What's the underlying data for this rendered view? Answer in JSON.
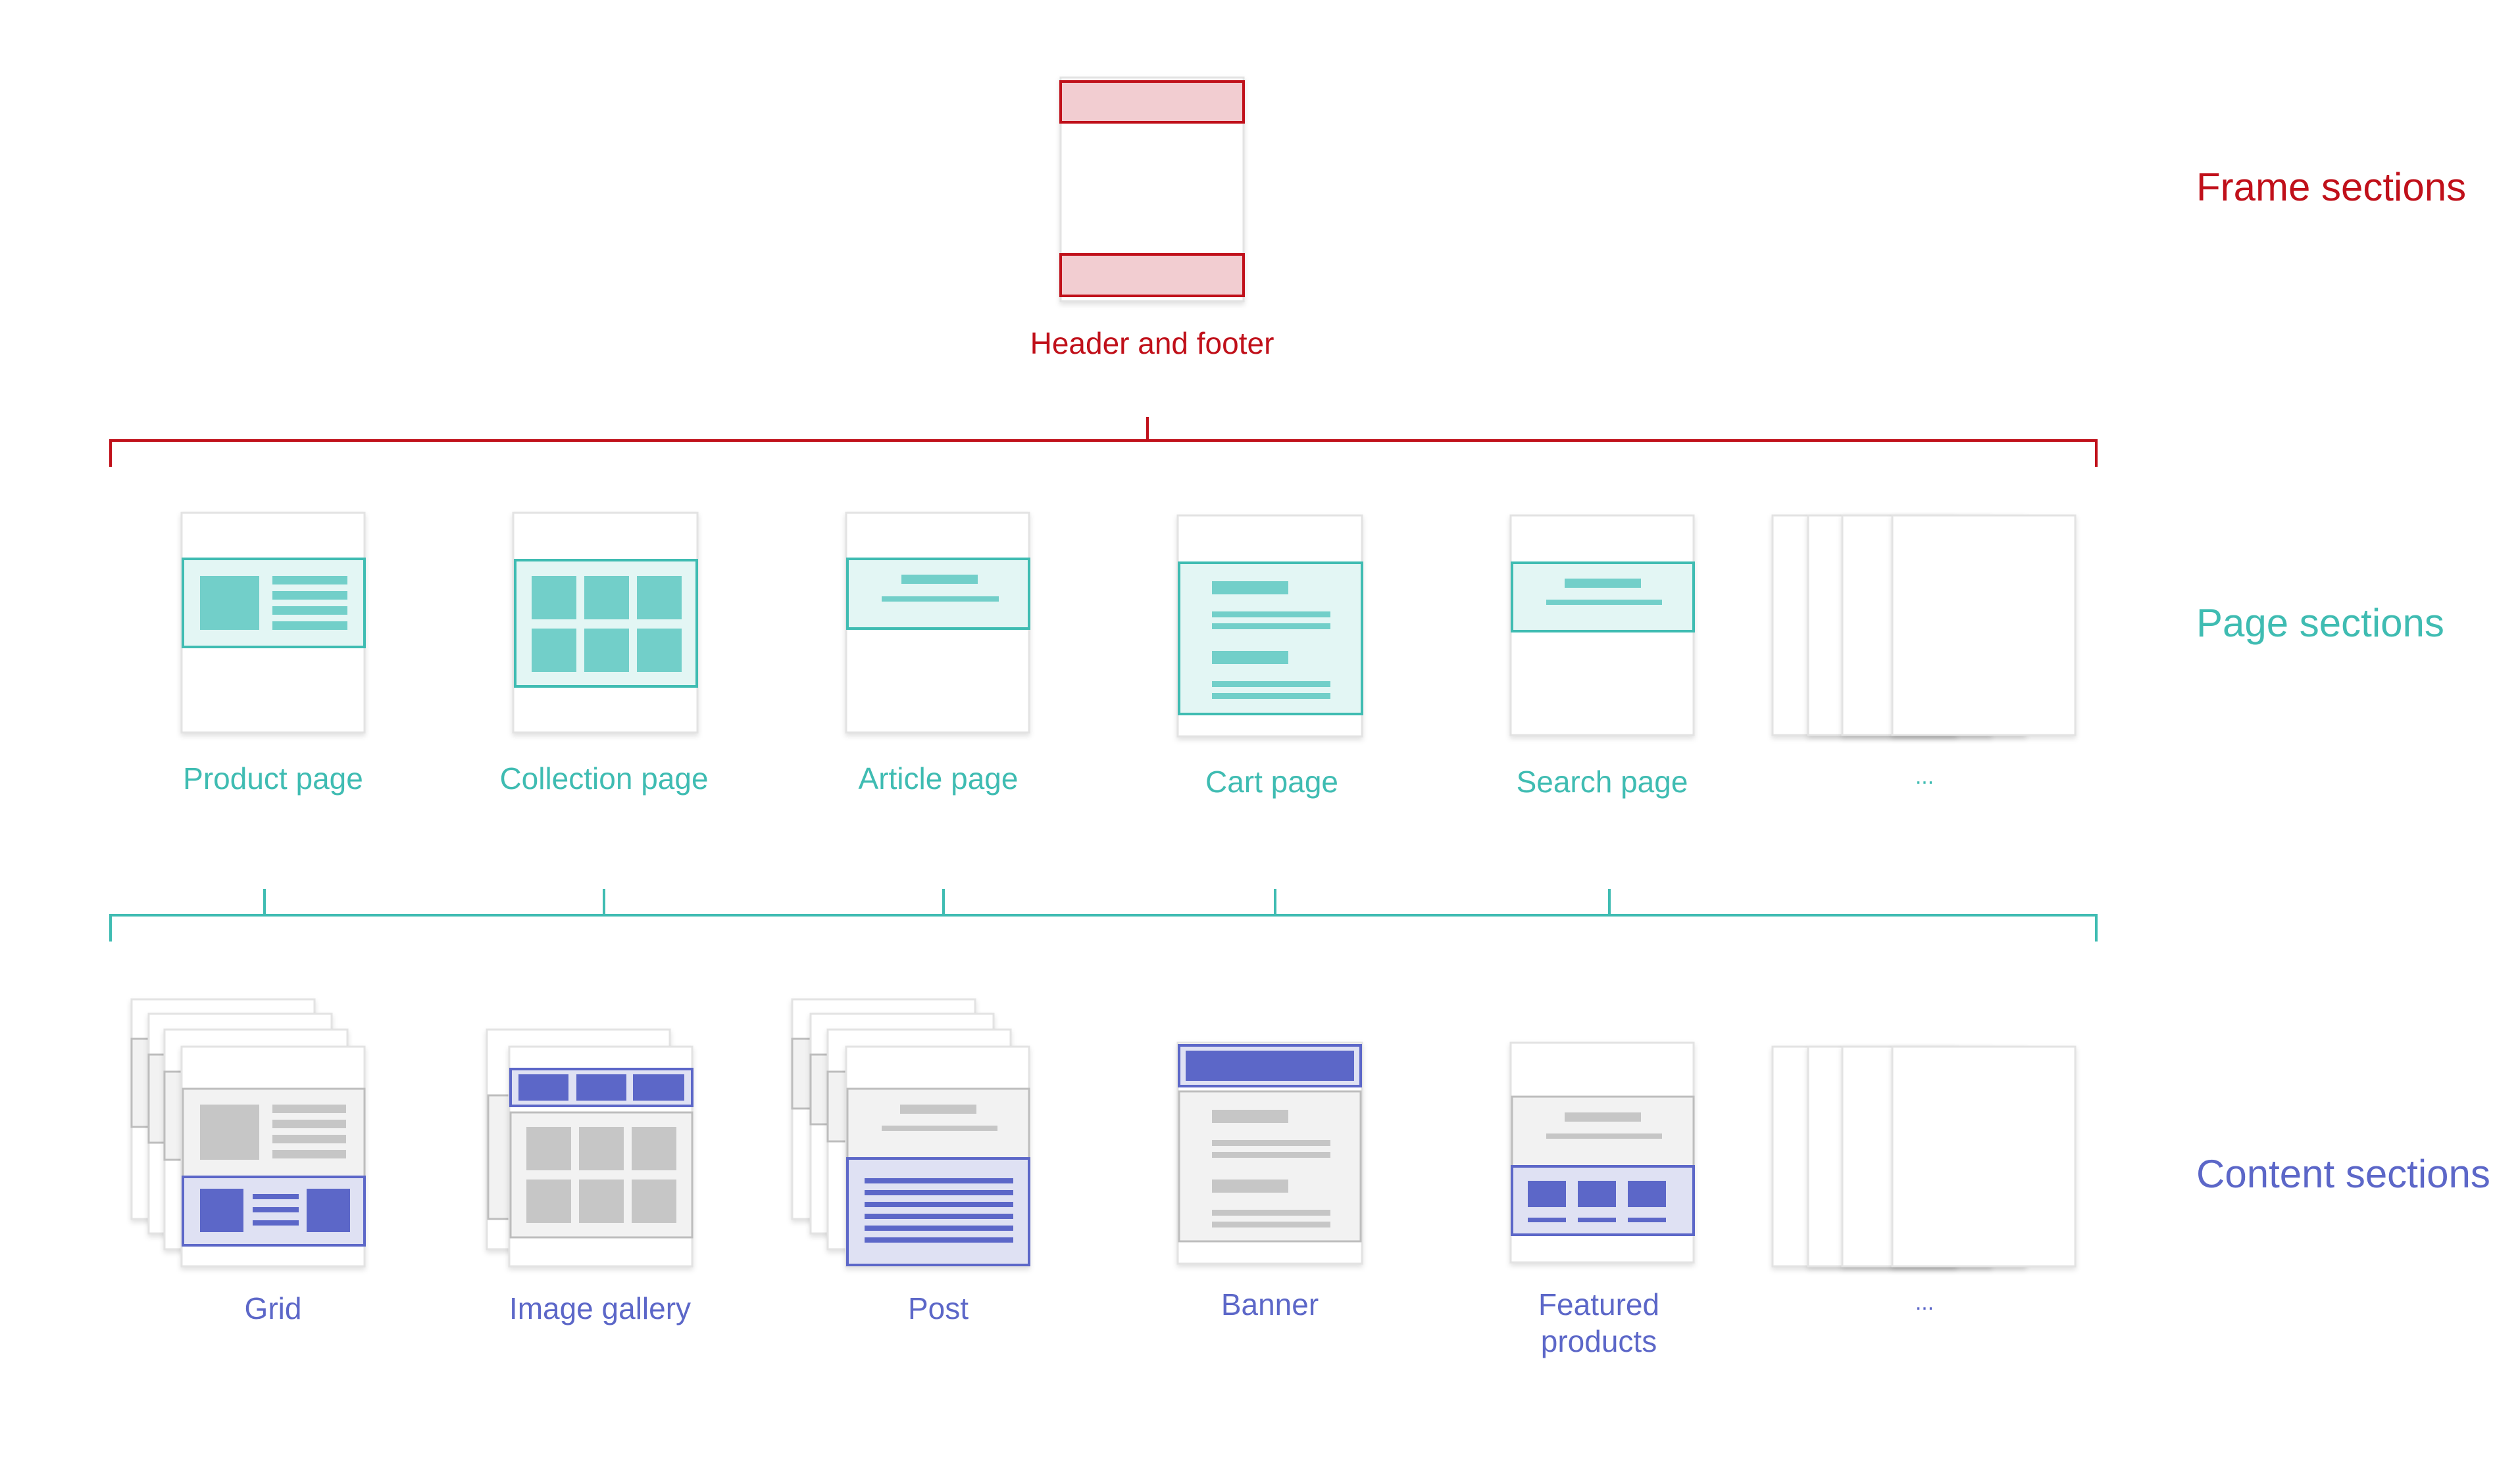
{
  "tiers": {
    "frame": {
      "label": "Frame sections",
      "color": "#c0101a"
    },
    "page": {
      "label": "Page sections",
      "color": "#3fbcb2"
    },
    "content": {
      "label": "Content sections",
      "color": "#5c67c8"
    }
  },
  "frame_item": {
    "label": "Header and footer"
  },
  "page_items": [
    {
      "label": "Product page"
    },
    {
      "label": "Collection page"
    },
    {
      "label": "Article page"
    },
    {
      "label": "Cart page"
    },
    {
      "label": "Search page"
    },
    {
      "label": "..."
    }
  ],
  "content_items": [
    {
      "label": "Grid"
    },
    {
      "label": "Image gallery"
    },
    {
      "label": "Post"
    },
    {
      "label": "Banner"
    },
    {
      "label_line1": "Featured",
      "label_line2": "products"
    },
    {
      "label": "..."
    }
  ],
  "colors": {
    "red": "#c0101a",
    "red_fill": "#f2cdd1",
    "teal": "#3fbcb2",
    "teal_fill": "#e3f6f4",
    "teal_block": "#72cfc9",
    "blue": "#5c67c8",
    "blue_fill": "#dfe1f3",
    "gray_fill": "#f2f2f2",
    "gray_block": "#c6c6c6",
    "gray_border": "#bdbdbd",
    "page_border": "#e3e3e3"
  }
}
